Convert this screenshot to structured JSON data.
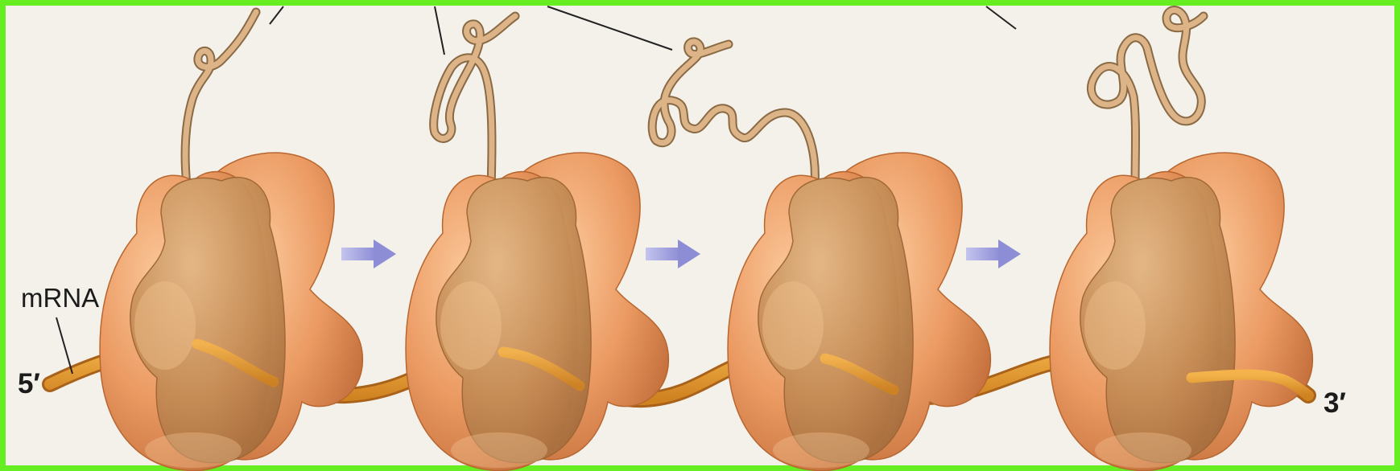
{
  "labels": {
    "mrna": "mRNA",
    "five_prime": "5′",
    "three_prime": "3′"
  },
  "ribosomes": [
    {
      "id": "ribosome-1"
    },
    {
      "id": "ribosome-2"
    },
    {
      "id": "ribosome-3"
    },
    {
      "id": "ribosome-4"
    }
  ],
  "arrows": [
    {
      "id": "step-arrow-1"
    },
    {
      "id": "step-arrow-2"
    },
    {
      "id": "step-arrow-3"
    }
  ],
  "colors": {
    "border": "#66ee22",
    "large_subunit": "#e5955f",
    "small_subunit": "#c68a55",
    "mrna": "#e49a2c",
    "polypeptide": "#d8b083",
    "arrow": "#9f9fdd",
    "background": "#f4f1ea"
  }
}
